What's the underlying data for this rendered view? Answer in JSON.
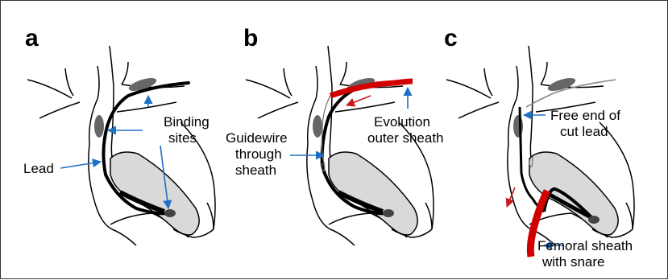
{
  "colors": {
    "arrow_blue": "#1f6fc5",
    "arrow_red": "#c81b1b",
    "sheath_red": "#d10000",
    "lead": "#000000",
    "ventricle_fill": "#d9d9d9",
    "binding_site": "#666666"
  },
  "panels": [
    {
      "letter": "a",
      "labels": {
        "binding": [
          "Binding",
          "sites"
        ],
        "lead": "Lead"
      }
    },
    {
      "letter": "b",
      "labels": {
        "guidewire": [
          "Guidewire",
          "through",
          "sheath"
        ],
        "evolution": [
          "Evolution",
          "outer sheath"
        ]
      }
    },
    {
      "letter": "c",
      "labels": {
        "free_end": [
          "Free end of",
          "cut lead"
        ],
        "femoral": [
          "Femoral sheath",
          "with snare"
        ]
      }
    }
  ]
}
